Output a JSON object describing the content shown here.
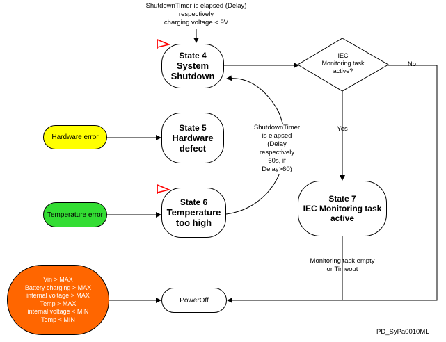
{
  "colors": {
    "hardware_error": "#ffff00",
    "temperature_error": "#33dd33",
    "poweroff_conditions": "#ff6600",
    "flag": "#ff0000"
  },
  "states": {
    "state4": {
      "title": "State 4",
      "label": "System\nShutdown"
    },
    "state5": {
      "title": "State 5",
      "label": "Hardware\ndefect"
    },
    "state6": {
      "title": "State 6",
      "label": "Temperature\ntoo high"
    },
    "state7": {
      "title": "State 7",
      "label": "IEC Monitoring task\nactive"
    }
  },
  "nodes": {
    "poweroff": "PowerOff",
    "hardware_error": "Hardware error",
    "temperature_error": "Temperature error",
    "poweroff_conditions": "Vin > MAX\nBattery charging > MAX\ninternal voltage > MAX\nTemp > MAX\ninternal voltage < MIN\nTemp < MIN"
  },
  "decision": {
    "label": "IEC\nMonitoring task\nactive?"
  },
  "transitions": {
    "top": "ShutdownTimer is elapsed (Delay)\nrespectively\ncharging voltage < 9V",
    "middle": "ShutdownTimer\nis elapsed\n(Delay\nrespectively\n60s, if\nDelay>60)",
    "yes": "Yes",
    "no": "No",
    "monitoring": "Monitoring task empty\nor Timeout"
  },
  "footer": "PD_SyPa0010ML"
}
